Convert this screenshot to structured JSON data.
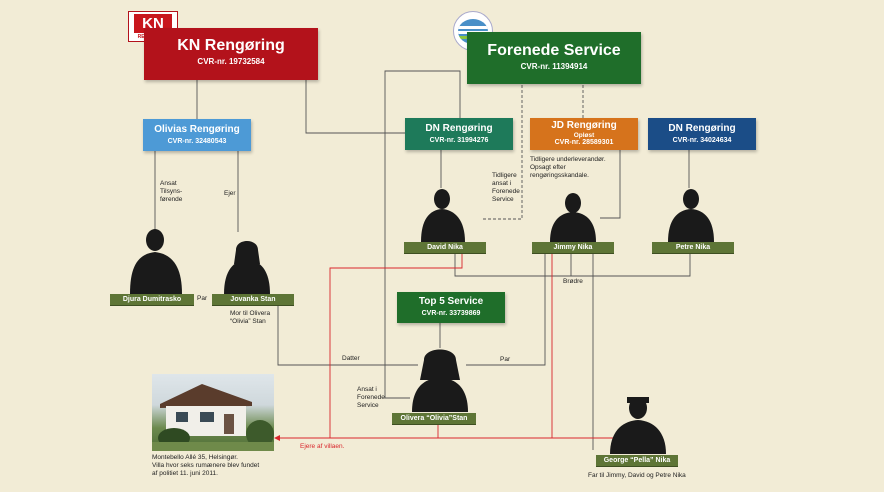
{
  "companies": {
    "kn": {
      "name": "KN Rengøring",
      "cvr": "CVR-nr. 19732584",
      "logo_text": "KN",
      "logo_sub": "RENGØRING",
      "color": "#b3121b"
    },
    "forenede": {
      "name": "Forenede Service",
      "cvr": "CVR-nr. 11394914",
      "color": "#1f6e2a"
    },
    "olivias": {
      "name": "Olivias Rengøring",
      "cvr": "CVR-nr. 32480543",
      "color": "#4d9ad6"
    },
    "dn1": {
      "name": "DN Rengøring",
      "cvr": "CVR-nr. 31994276",
      "color": "#1e7a5a"
    },
    "jd": {
      "name": "JD Rengøring",
      "status": "Opløst",
      "cvr": "CVR-nr. 28589301",
      "color": "#d6731c"
    },
    "dn2": {
      "name": "DN Rengøring",
      "cvr": "CVR-nr. 34024634",
      "color": "#1b4d87"
    },
    "top5": {
      "name": "Top 5 Service",
      "cvr": "CVR-nr. 33739869",
      "color": "#1f6e2a"
    }
  },
  "people": {
    "djura": "Djura Dumitrasko",
    "jovanka": "Jovanka Stan",
    "david": "David Nika",
    "jimmy": "Jimmy Nika",
    "petre": "Petre Nika",
    "olivera": "Olivera “Olivia”Stan",
    "george": "George “Pella” Nika"
  },
  "notes": {
    "ansat_tilsyn": [
      "Ansat",
      "Tilsyns-",
      "førende"
    ],
    "ejer": "Ejer",
    "par1": "Par",
    "mor": [
      "Mor til Olivera",
      "“Olivia” Stan"
    ],
    "tidligere_ansat": [
      "Tidligere",
      "ansat i",
      "Forenede",
      "Service"
    ],
    "underleverandor": [
      "Tidligere underleverandør.",
      "Opsagt efter",
      "rengøringsskandale."
    ],
    "brodre": "Brødre",
    "datter": "Datter",
    "par2": "Par",
    "ansat_forenede": [
      "Ansat i",
      "Forenede",
      "Service"
    ],
    "ejere": "Ejere af villaen.",
    "far": "Far til Jimmy, David og Petre Nika",
    "caption": [
      "Montebello Allé 35, Helsingør.",
      "Villa hvor seks rumænere blev fundet",
      "af politiet 11. juni 2011."
    ]
  },
  "colors": {
    "person_tag": "#5e7536",
    "red_line": "#d9262c",
    "line": "#444444",
    "background": "#f2ecd6"
  }
}
